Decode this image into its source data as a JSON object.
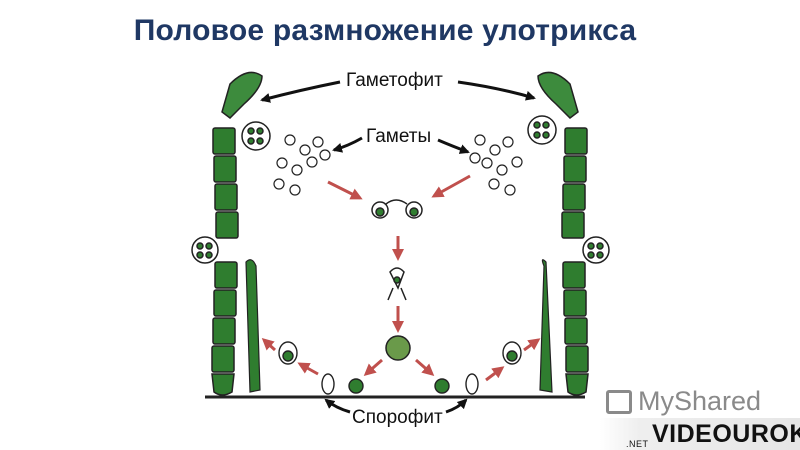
{
  "title": "Половое размножение улотрикса",
  "labels": {
    "gametophyte": "Гаметофит",
    "gametes": "Гаметы",
    "sporophyte": "Спорофит"
  },
  "watermarks": {
    "myshared": "MyShared",
    "videouroki": "VIDEOUROKI",
    "videouroki_suffix": ".NET"
  },
  "colors": {
    "title": "#1f3864",
    "cell_green": "#2f7d2f",
    "cell_dark": "#1e5a1e",
    "arrow_red": "#c0504d",
    "outline": "#222222"
  }
}
